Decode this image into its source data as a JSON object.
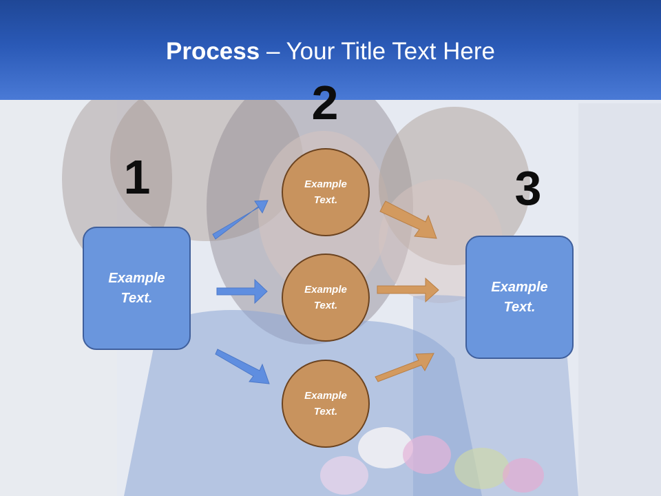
{
  "slide": {
    "title_bold": "Process",
    "title_rest": " – Your Title Text Here"
  },
  "steps": {
    "one": "1",
    "two": "2",
    "three": "3"
  },
  "left_box": {
    "text": "Example\nText."
  },
  "right_box": {
    "text": "Example\nText."
  },
  "circles": [
    {
      "text": "Example\nText."
    },
    {
      "text": "Example\nText."
    },
    {
      "text": "Example\nText."
    }
  ],
  "colors": {
    "banner": "#2a59b6",
    "box_fill": "#6a96dd",
    "circle_fill": "#c8935e",
    "blue_arrow": "#5f8ee0",
    "orange_arrow": "#d39a5f"
  }
}
